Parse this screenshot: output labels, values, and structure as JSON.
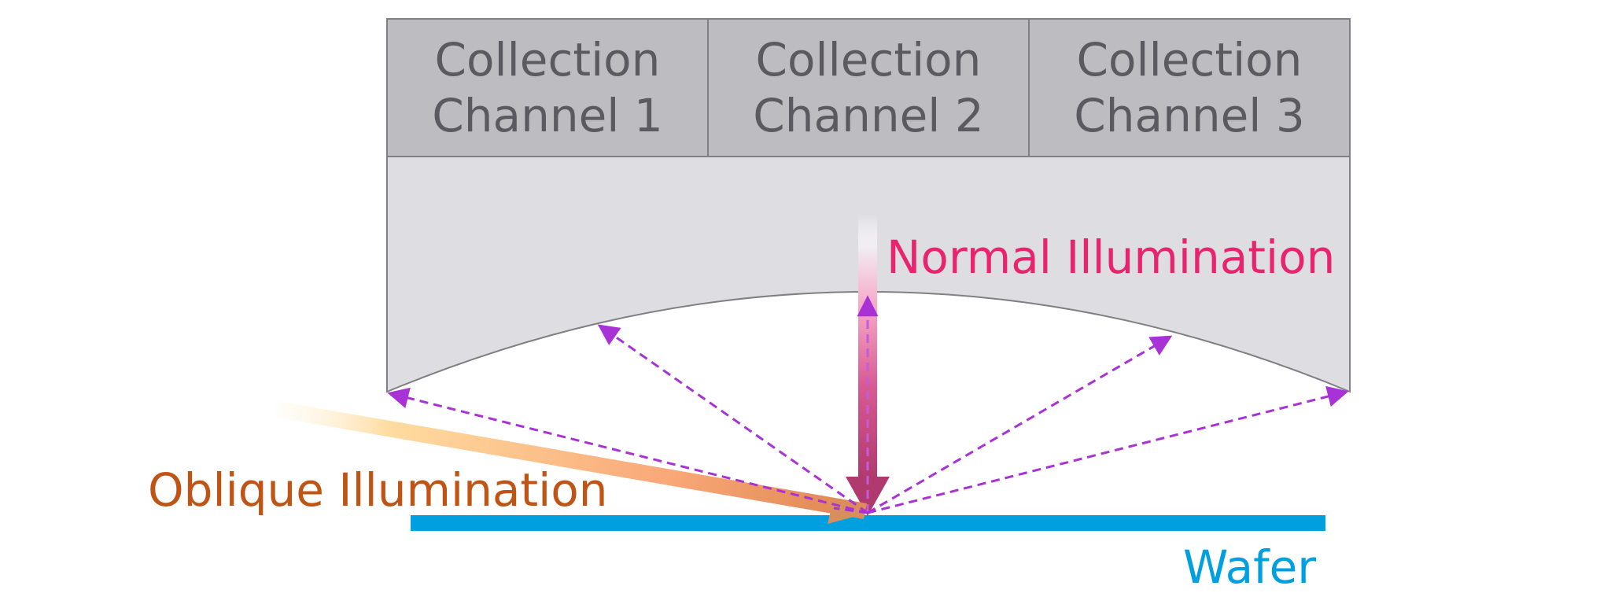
{
  "channels": [
    {
      "line1": "Collection",
      "line2": "Channel 1"
    },
    {
      "line1": "Collection",
      "line2": "Channel 2"
    },
    {
      "line1": "Collection",
      "line2": "Channel 3"
    }
  ],
  "labels": {
    "normal_illumination": "Normal Illumination",
    "oblique_illumination": "Oblique Illumination",
    "wafer": "Wafer"
  },
  "colors": {
    "channel_fill": "#bcbcc1",
    "collector_fill": "#dedde2",
    "outline": "#808084",
    "channel_text": "#5a5a60",
    "normal_beam": "#b5336e",
    "normal_text": "#e8246e",
    "oblique_beam": "#f2a35e",
    "oblique_text": "#c05414",
    "scatter_arrows": "#a832d6",
    "wafer": "#009fe0"
  }
}
